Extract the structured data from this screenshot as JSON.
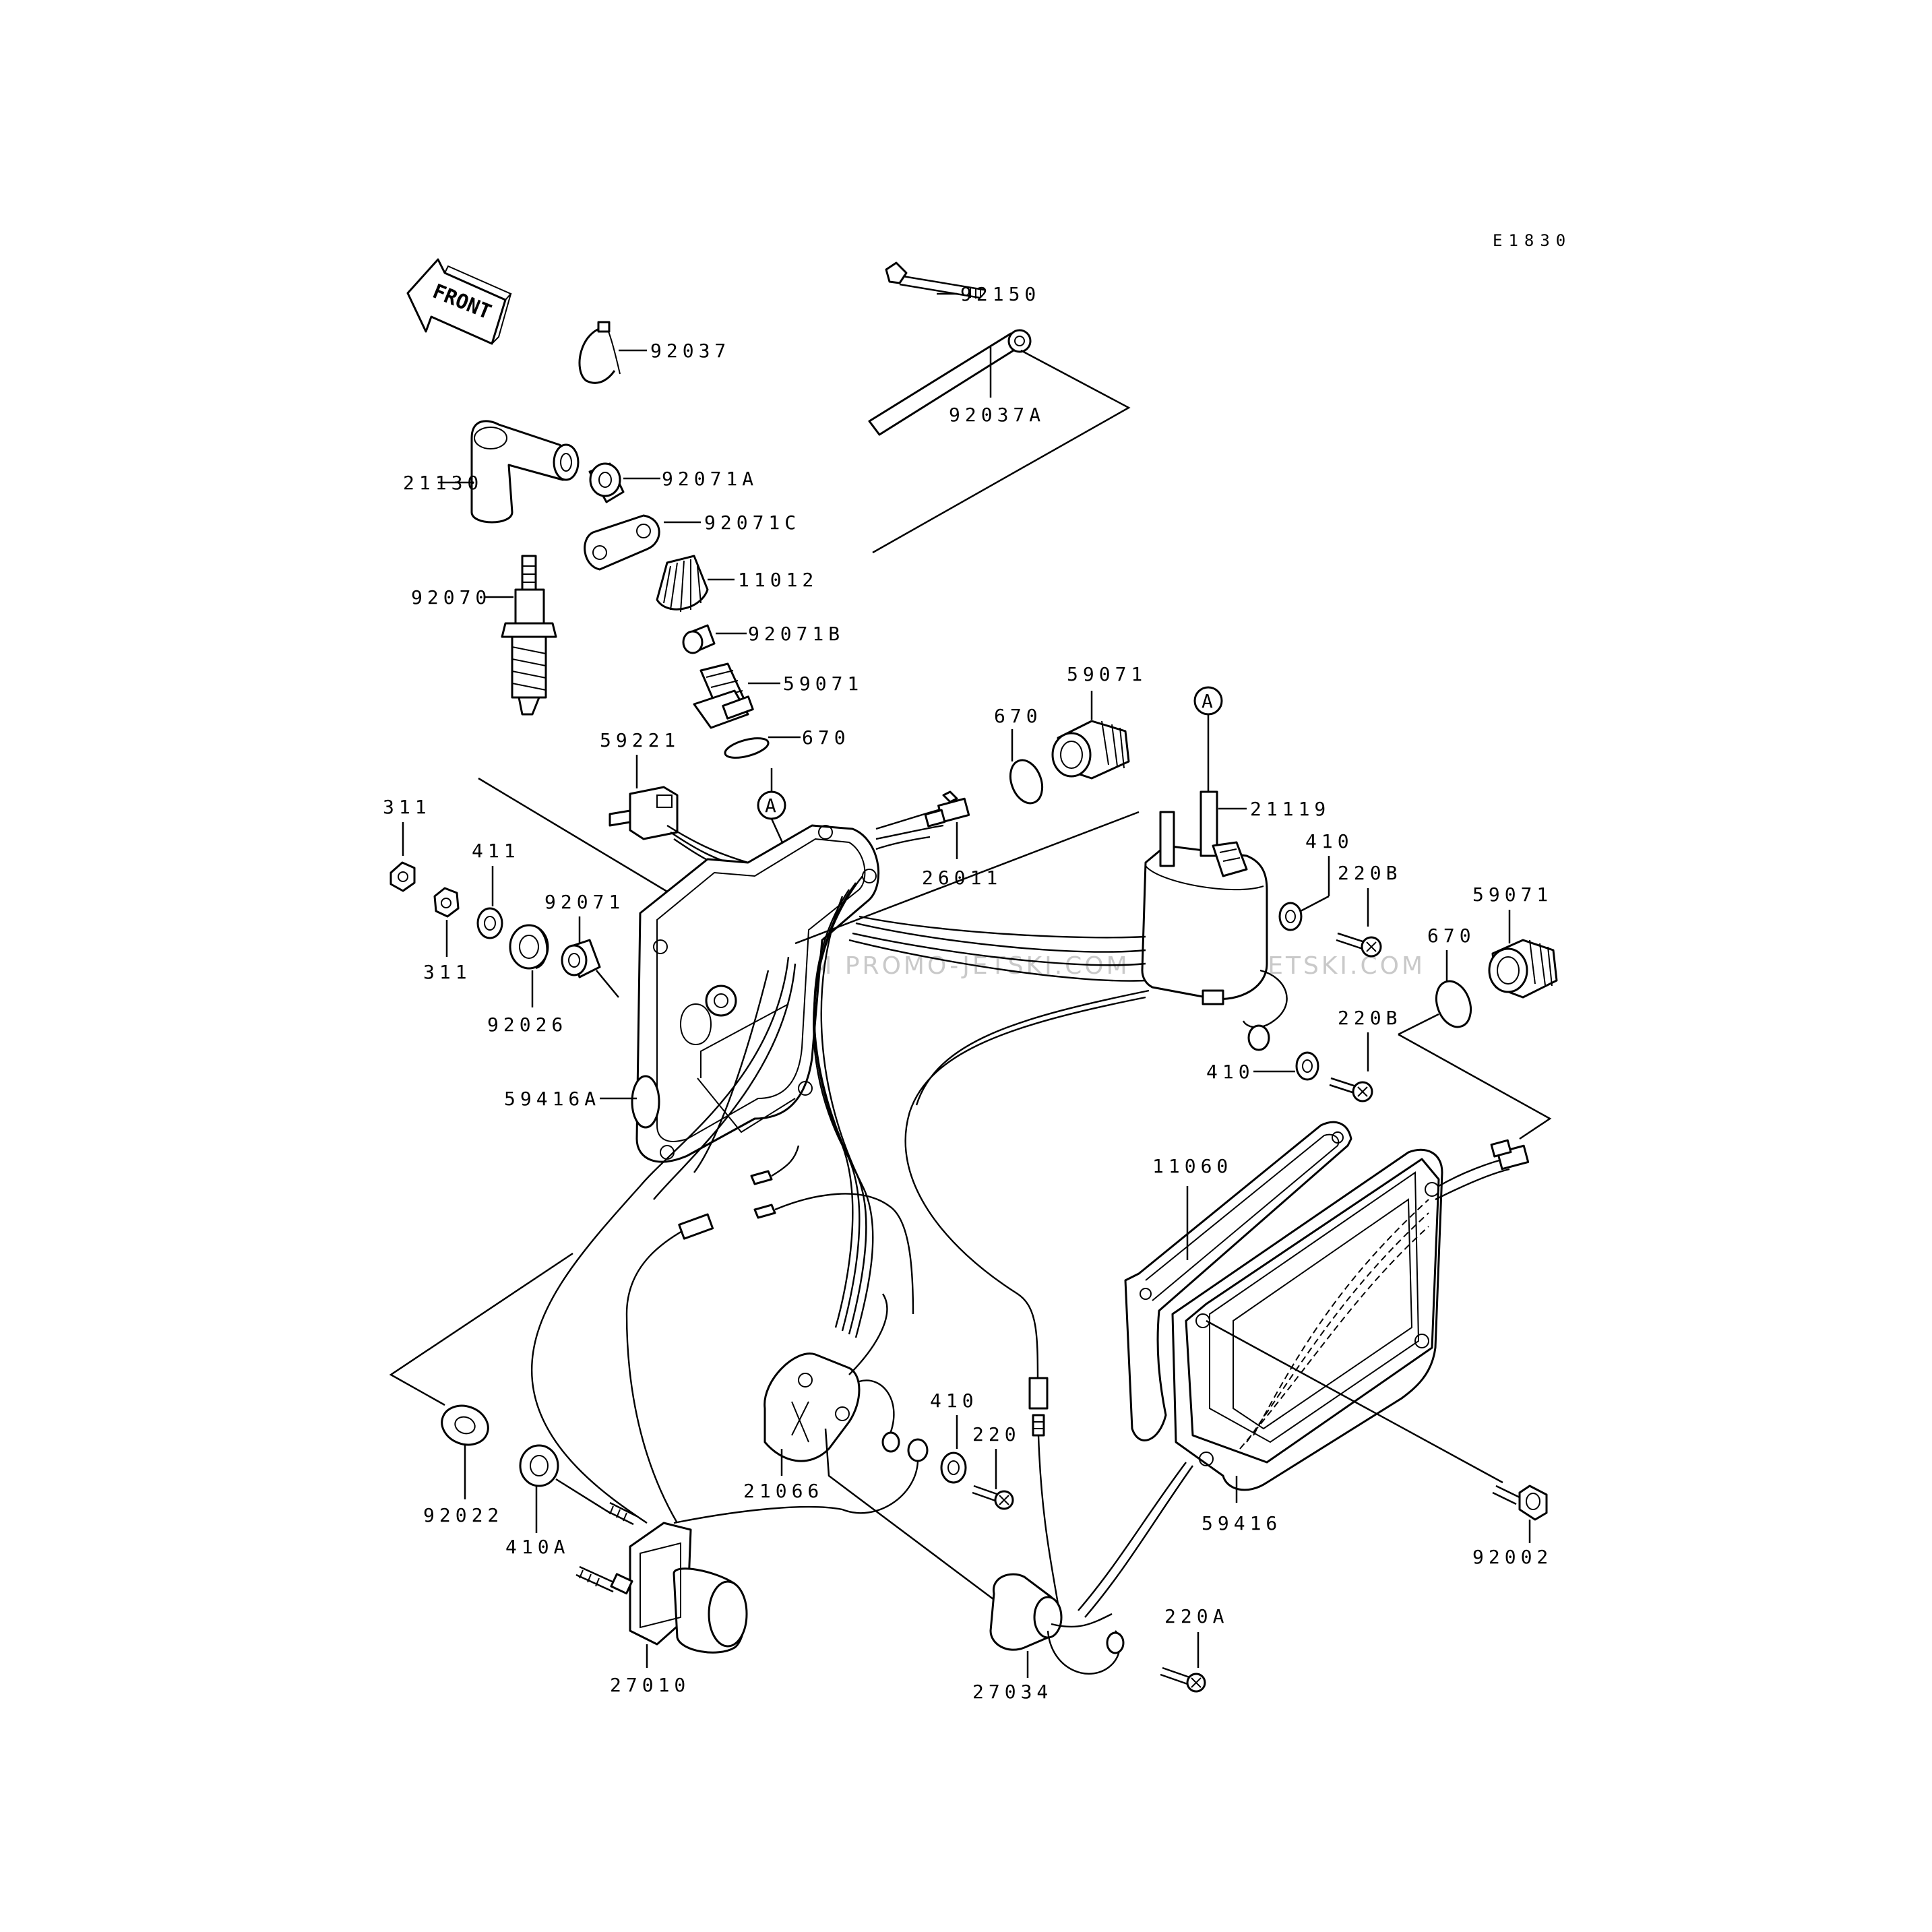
{
  "diagram_code": "E1830",
  "front_label": "FRONT",
  "ref_marker": "A",
  "watermark": "JETSKI.COM   PROMO-JETSKI.COM   PROMO-JETSKI.COM",
  "parts": {
    "p92150": "92150",
    "p92037": "92037",
    "p92037A": "92037A",
    "p21130": "21130",
    "p92071A": "92071A",
    "p92071C": "92071C",
    "p11012": "11012",
    "p92070": "92070",
    "p92071B": "92071B",
    "p59071_top": "59071",
    "p670_top": "670",
    "p59071_mid": "59071",
    "p670_mid": "670",
    "p59221": "59221",
    "p21119": "21119",
    "p311_top": "311",
    "p411": "411",
    "p26011": "26011",
    "p410_r1": "410",
    "p220B_1": "220B",
    "p92071": "92071",
    "p59071_right": "59071",
    "p670_right": "670",
    "p311_bottom": "311",
    "p92026": "92026",
    "p220B_2": "220B",
    "p410_r2": "410",
    "p59416A": "59416A",
    "p11060": "11060",
    "p410_low": "410",
    "p220": "220",
    "p21066": "21066",
    "p92022": "92022",
    "p410A": "410A",
    "p59416": "59416",
    "p92002": "92002",
    "p220A": "220A",
    "p27010": "27010",
    "p27034": "27034"
  }
}
